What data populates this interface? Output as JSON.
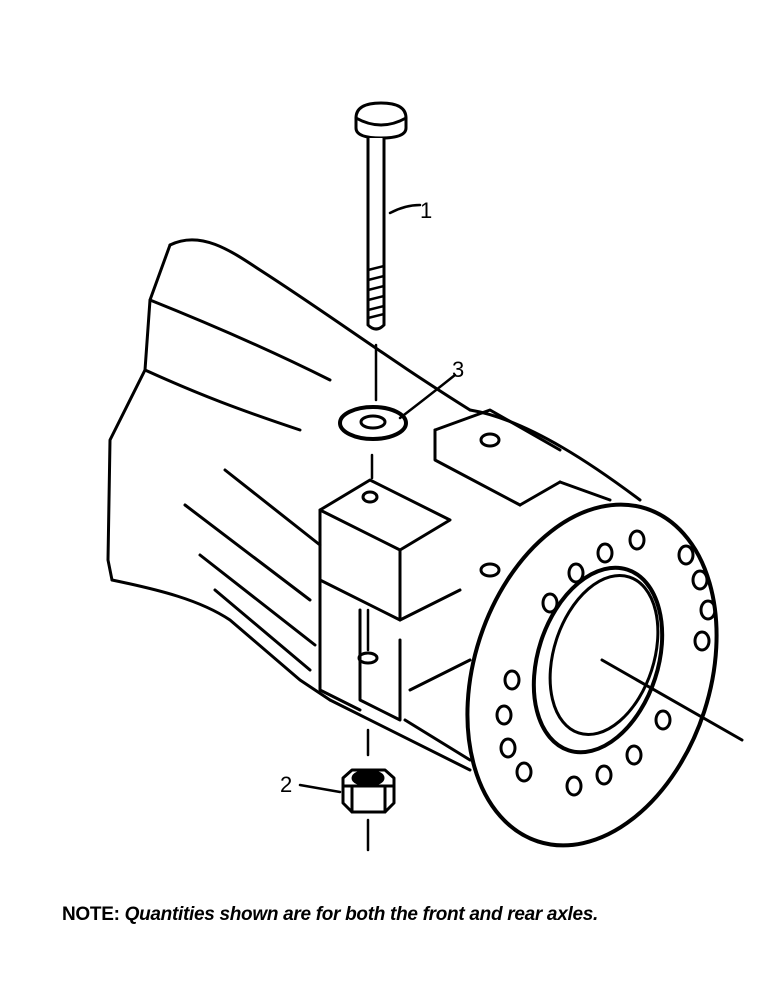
{
  "callouts": [
    {
      "number": "1",
      "part": "bolt"
    },
    {
      "number": "2",
      "part": "nut"
    },
    {
      "number": "3",
      "part": "washer"
    }
  ],
  "note": {
    "label": "NOTE:",
    "text": "Quantities shown are for both the front and rear axles."
  }
}
